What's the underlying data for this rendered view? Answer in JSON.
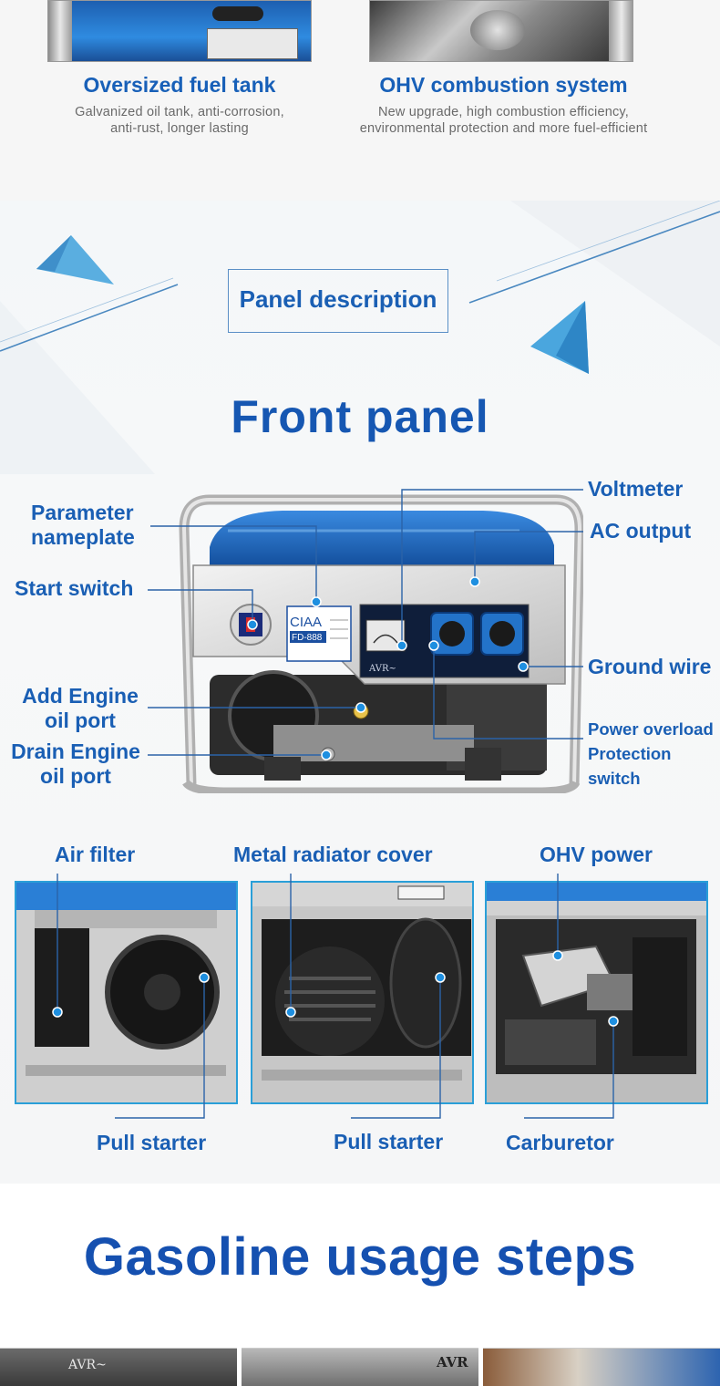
{
  "features": [
    {
      "title": "Oversized fuel tank",
      "desc_line1": "Galvanized oil tank, anti-corrosion,",
      "desc_line2": "anti-rust, longer lasting"
    },
    {
      "title": "OHV combustion system",
      "desc_line1": "New upgrade, high combustion efficiency,",
      "desc_line2": "environmental protection and more fuel-efficient"
    }
  ],
  "section_title": "Panel description",
  "front_panel_title": "Front panel",
  "generator": {
    "nameplate_brand": "CIAA",
    "nameplate_model": "FD-888",
    "panel_brand": "AVR~"
  },
  "callouts": {
    "parameter_nameplate_1": "Parameter",
    "parameter_nameplate_2": "nameplate",
    "start_switch": "Start switch",
    "add_oil_1": "Add Engine",
    "add_oil_2": "oil port",
    "drain_oil_1": "Drain Engine",
    "drain_oil_2": "oil port",
    "voltmeter": "Voltmeter",
    "ac_output": "AC output",
    "ground_wire": "Ground wire",
    "overload_1": "Power overload",
    "overload_2": "Protection switch"
  },
  "detail_labels": {
    "air_filter": "Air filter",
    "radiator_cover": "Metal radiator cover",
    "ohv_power": "OHV power",
    "pull_starter_1": "Pull starter",
    "pull_starter_2": "Pull starter",
    "carburetor": "Carburetor"
  },
  "gasoline_title": "Gasoline usage steps",
  "strip_brand": "AVR~",
  "strip_brand_2": "AVR",
  "colors": {
    "accent_blue": "#1a5fb4",
    "title_blue": "#1657b2",
    "photo_border": "#2a9fd8",
    "callout_dot": "#1e8fe0"
  }
}
